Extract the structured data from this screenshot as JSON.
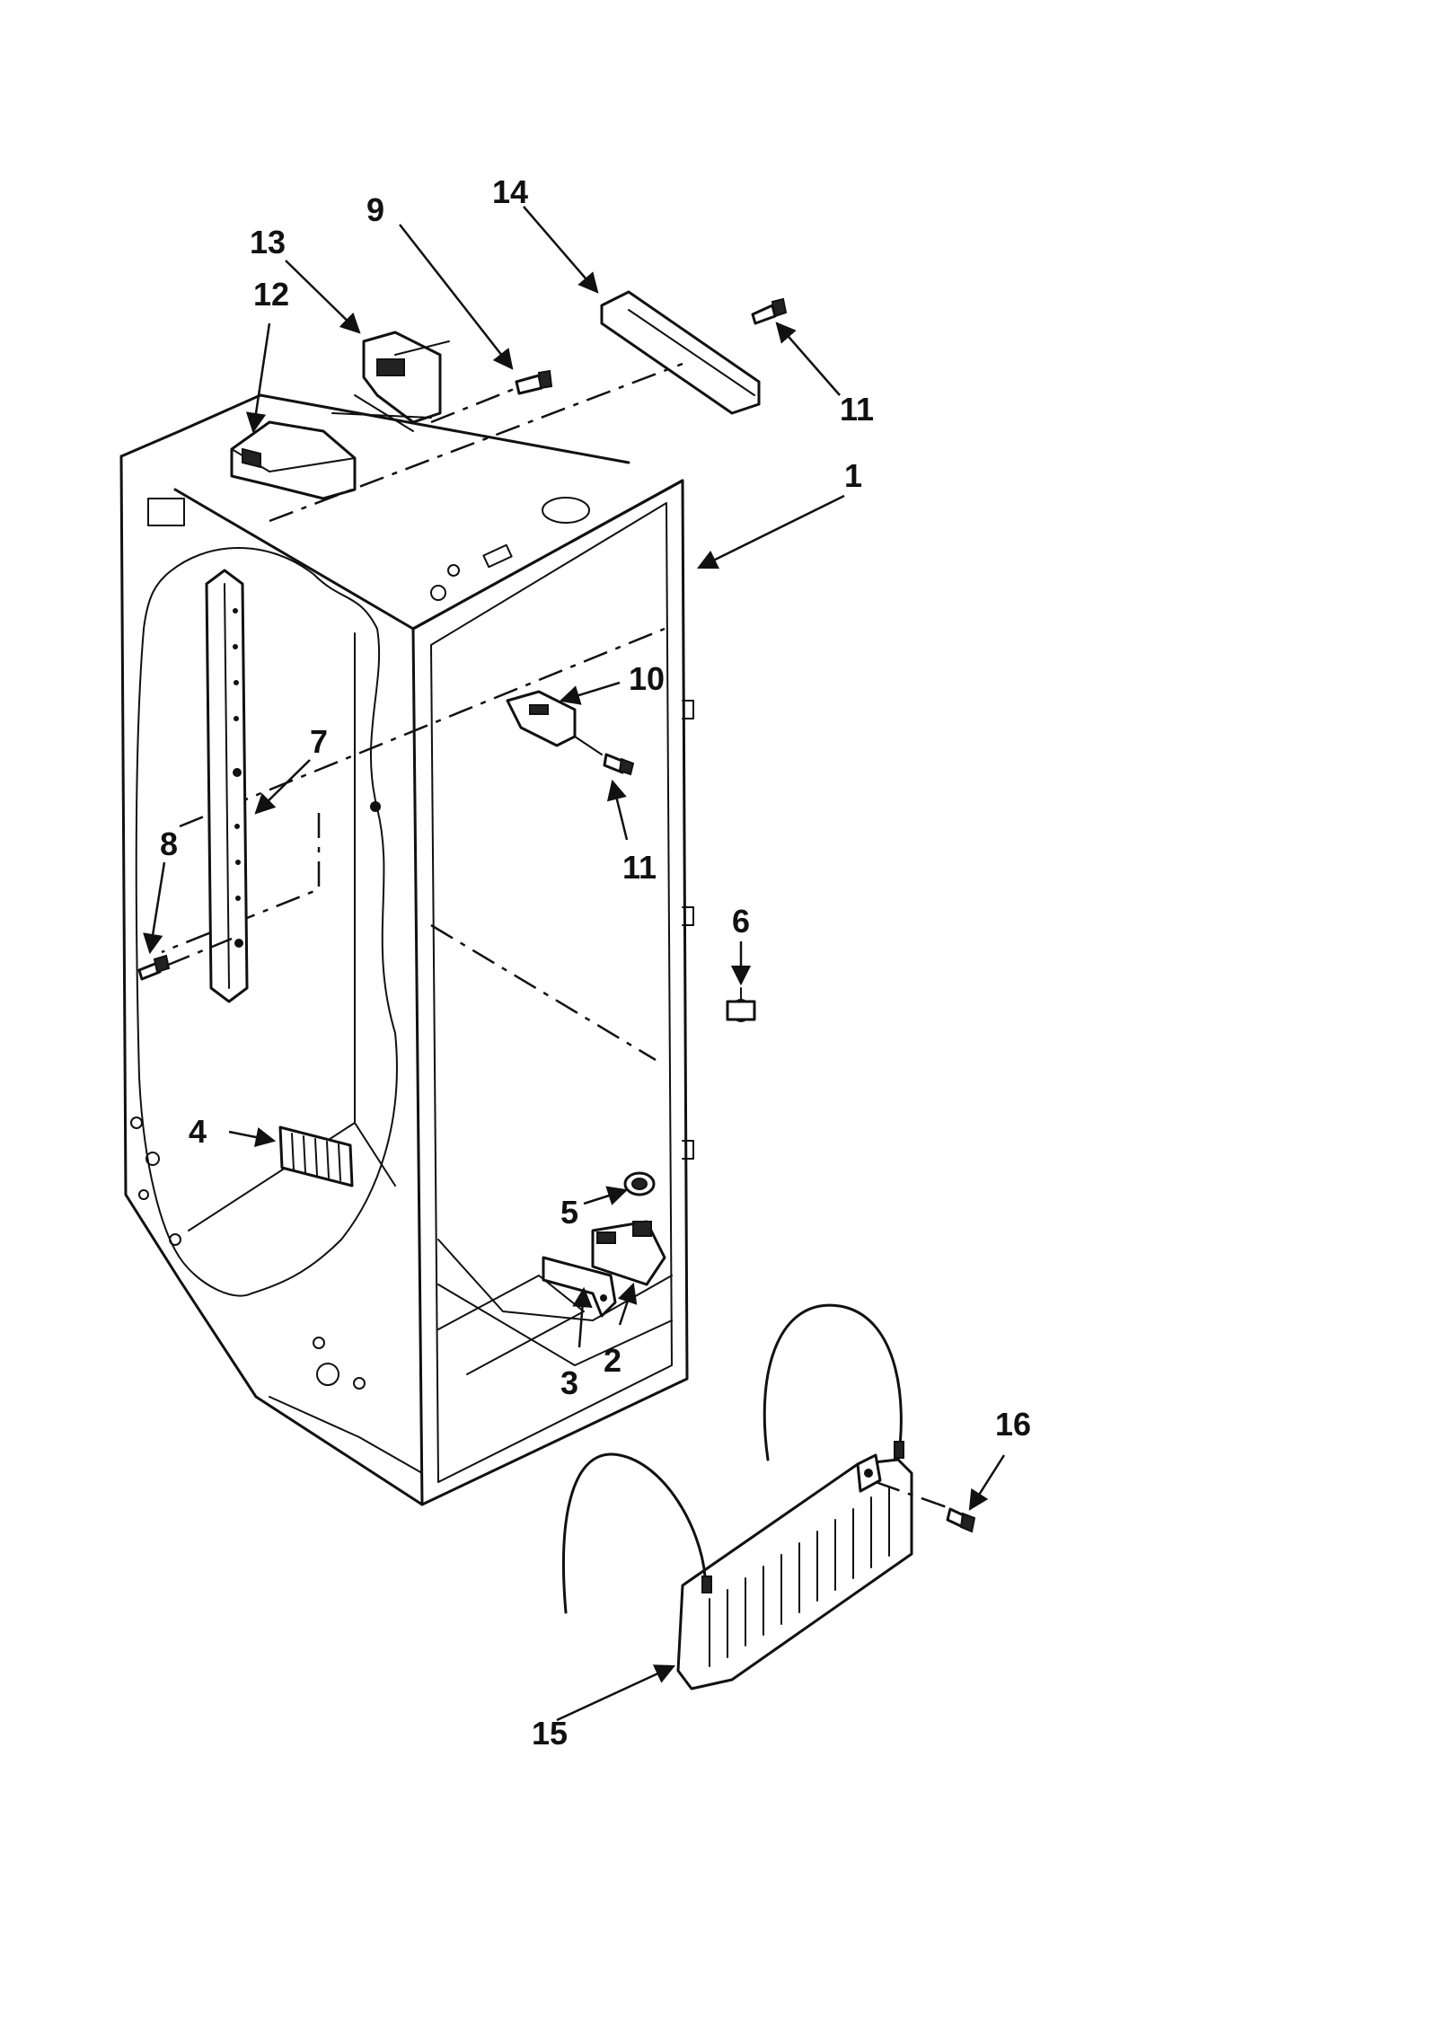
{
  "callouts": {
    "c1": "1",
    "c2": "2",
    "c3": "3",
    "c4": "4",
    "c5": "5",
    "c6": "6",
    "c7": "7",
    "c8": "8",
    "c9": "9",
    "c10": "10",
    "c11a": "11",
    "c11b": "11",
    "c12": "12",
    "c13": "13",
    "c14": "14",
    "c15": "15",
    "c16": "16"
  }
}
